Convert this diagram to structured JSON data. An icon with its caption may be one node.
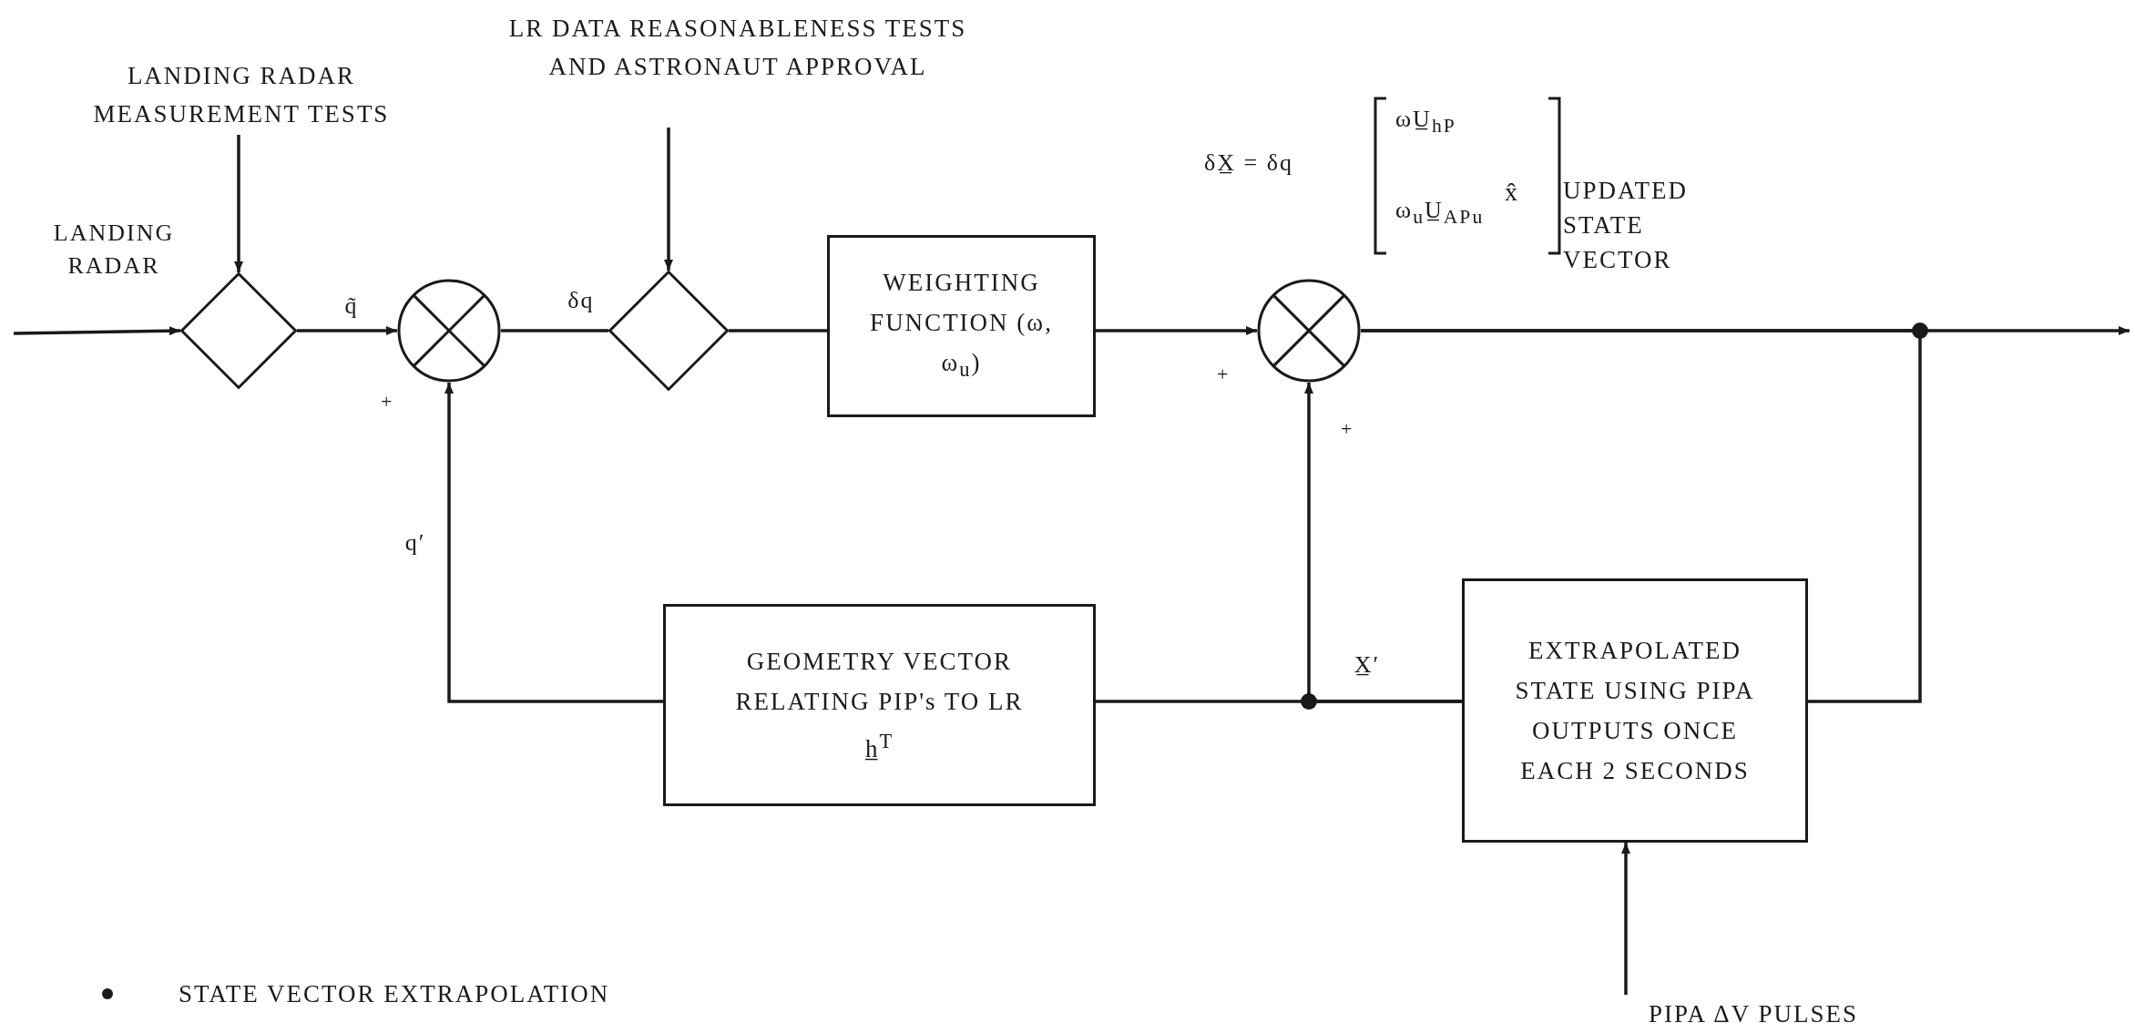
{
  "diagram": {
    "nodes": [
      {
        "text": [
          "LANDING RADAR MEASUREMENT TESTS"
        ]
      },
      {
        "text": [],
        "shape": "diamond"
      },
      {
        "text": [],
        "shape": "circle"
      },
      {
        "text": [
          "LR DATA REASONABLENESS TESTS AND ASTRONAUT APPROVAL"
        ]
      },
      {
        "text": [],
        "shape": "diamond"
      },
      {
        "text": [
          "WEIGHTING FUNCTION (ω, ω$_{u}$)"
        ]
      },
      {
        "text": [],
        "shape": "circle"
      },
      {
        "text": [
          "EXTRAPOLATED STATE USING PIPA OUTPUTS ONCE EACH 2 SECONDS"
        ]
      },
      {
        "text": [
          "PIPA ΔV PULSES"
        ]
      },
      {
        "text": [
          "GEOMETRY VECTOR RELATING PIP's TO LR",
          "h̲$^{T}$"
        ]
      }
    ],
    "edges": [
      {
        "from": null,
        "to": 1,
        "arrow": "to",
        "label": "LANDING RADAR"
      },
      {
        "from": 0,
        "to": 1,
        "arrow": "to"
      },
      {
        "from": 1,
        "to": 2,
        "arrow": "to",
        "label": "q̃"
      },
      {
        "from": 2,
        "to": 4,
        "arrow": "none",
        "label": "δq"
      },
      {
        "from": 3,
        "to": 4,
        "arrow": "to"
      },
      {
        "from": 4,
        "to": 5,
        "arrow": "none"
      },
      {
        "from": 5,
        "to": 6,
        "arrow": "to"
      },
      {
        "from": 6,
        "to": null,
        "arrow": "to"
      },
      {
        "from": 6,
        "to": 7,
        "arrow": "none"
      },
      {
        "from": 7,
        "to": 6,
        "arrow": "to",
        "label": "X̲′"
      },
      {
        "from": 7,
        "to": 9,
        "arrow": "none"
      },
      {
        "from": 9,
        "to": 2,
        "arrow": "to",
        "label": "q′"
      },
      {
        "from": 8,
        "to": 7,
        "arrow": "to"
      }
    ],
    "labels": [
      "δX̲ = δq",
      "ωU̲$_{hP}$",
      "ω$_{u}$U̲$_{APu}$",
      "x̂",
      "UPDATED STATE VECTOR",
      "+",
      "+",
      "+",
      "STATE VECTOR EXTRAPOLATION"
    ]
  }
}
